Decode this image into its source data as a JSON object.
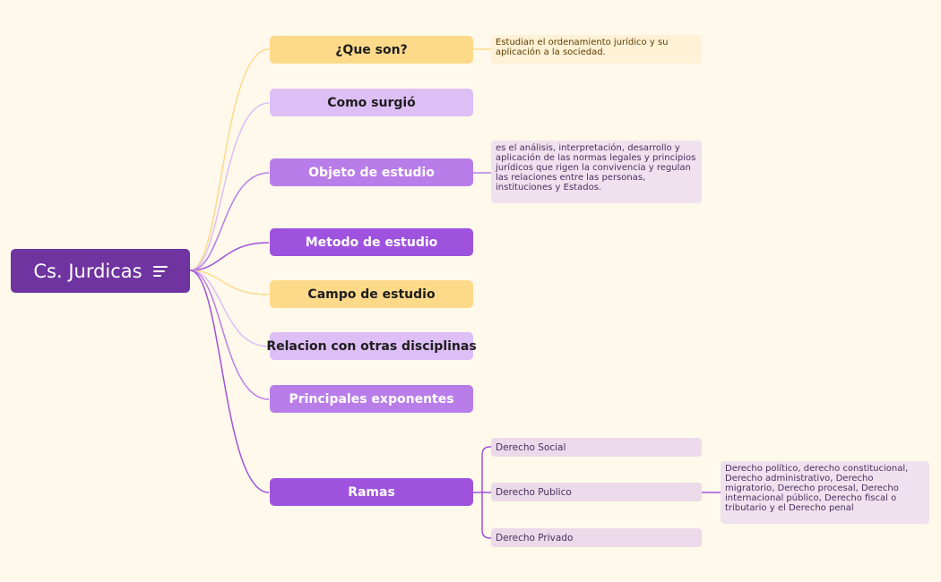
{
  "root": {
    "title": "Cs. Jurdicas",
    "icon": "menu-lines-icon"
  },
  "branches": [
    {
      "id": "que-son",
      "label": "¿Que son?",
      "note": "Estudian el ordenamiento jurídico y su aplicación a la sociedad."
    },
    {
      "id": "como-surgio",
      "label": "Como surgió"
    },
    {
      "id": "objeto",
      "label": "Objeto de estudio",
      "note": "es el análisis, interpretación, desarrollo y aplicación de las normas legales y principios jurídicos que rigen la convivencia y regulan las relaciones entre las personas, instituciones y Estados."
    },
    {
      "id": "metodo",
      "label": "Metodo de estudio"
    },
    {
      "id": "campo",
      "label": "Campo de estudio"
    },
    {
      "id": "relacion",
      "label": "Relacion con otras disciplinas"
    },
    {
      "id": "exponentes",
      "label": "Principales exponentes"
    },
    {
      "id": "ramas",
      "label": "Ramas",
      "children": [
        {
          "label": "Derecho Social"
        },
        {
          "label": "Derecho Publico",
          "note": "Derecho político, derecho constitucional, Derecho administrativo, Derecho migratorio, Derecho procesal, Derecho internacional público, Derecho fiscal o tributario y el Derecho penal"
        },
        {
          "label": "Derecho Privado"
        }
      ]
    }
  ],
  "colors": {
    "background": "#fff9ec",
    "root": "#6f34a0",
    "yellow": "#fdd98a",
    "lavender": "#ddbef5",
    "medium_purple": "#b87de8",
    "dark_purple": "#9e52dd"
  }
}
